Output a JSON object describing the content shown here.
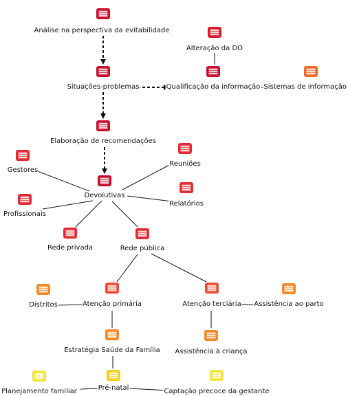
{
  "nodes": [
    {
      "id": "analise",
      "label": "Análise na perspectiva da evitabilidade",
      "color": "#c8102e"
    },
    {
      "id": "alteracao",
      "label": "Alteração da DO",
      "color": "#d8192a"
    },
    {
      "id": "situacoes",
      "label": "Situações-problemas",
      "color": "#c8102e"
    },
    {
      "id": "qualificacao",
      "label": "Qualificação da informação",
      "color": "#c8102e"
    },
    {
      "id": "sistemas",
      "label": "Sistemas de informação",
      "color": "#ee6a2c"
    },
    {
      "id": "elaboracao",
      "label": "Elaboração de recomendações",
      "color": "#c8102e"
    },
    {
      "id": "gestores",
      "label": "Gestores",
      "color": "#e32b33"
    },
    {
      "id": "reunioes",
      "label": "Reuniões",
      "color": "#e32b33"
    },
    {
      "id": "devolutivas",
      "label": "Devolutivas",
      "color": "#c8102e"
    },
    {
      "id": "relatorios",
      "label": "Relatórios",
      "color": "#e32b33"
    },
    {
      "id": "profissionais",
      "label": "Profissionais",
      "color": "#e32b33"
    },
    {
      "id": "rede_privada",
      "label": "Rede privada",
      "color": "#e32b33"
    },
    {
      "id": "rede_publica",
      "label": "Rede pública",
      "color": "#e32b33"
    },
    {
      "id": "distritos",
      "label": "Distritos",
      "color": "#f08a24"
    },
    {
      "id": "atencao_prim",
      "label": "Atenção primária",
      "color": "#ee4a36"
    },
    {
      "id": "atencao_terc",
      "label": "Atenção terciária",
      "color": "#ee4a36"
    },
    {
      "id": "assist_parto",
      "label": "Assistência ao parto",
      "color": "#f08a24"
    },
    {
      "id": "estrategia",
      "label": "Estratégia Saúde da Família",
      "color": "#f08a24"
    },
    {
      "id": "assist_crianca",
      "label": "Assistência à criança",
      "color": "#f08a24"
    },
    {
      "id": "planejamento",
      "label": "Planejamento familiar",
      "color": "#f5e43a"
    },
    {
      "id": "prenatal",
      "label": "Pré-natal",
      "color": "#f5d020"
    },
    {
      "id": "captacao",
      "label": "Captação precoce da gestante",
      "color": "#f5e43a"
    }
  ],
  "edges": [
    {
      "from": "analise",
      "to": "situacoes",
      "style": "dashed-arrow"
    },
    {
      "from": "situacoes",
      "to": "qualificacao",
      "style": "dashed-arrow"
    },
    {
      "from": "situacoes",
      "to": "elaboracao",
      "style": "dashed-arrow"
    },
    {
      "from": "elaboracao",
      "to": "devolutivas",
      "style": "dashed-arrow"
    },
    {
      "from": "alteracao",
      "to": "qualificacao",
      "style": "line"
    },
    {
      "from": "qualificacao",
      "to": "sistemas",
      "style": "line"
    },
    {
      "from": "devolutivas",
      "to": "gestores",
      "style": "line"
    },
    {
      "from": "devolutivas",
      "to": "reunioes",
      "style": "line"
    },
    {
      "from": "devolutivas",
      "to": "relatorios",
      "style": "line"
    },
    {
      "from": "devolutivas",
      "to": "profissionais",
      "style": "line"
    },
    {
      "from": "devolutivas",
      "to": "rede_privada",
      "style": "line"
    },
    {
      "from": "devolutivas",
      "to": "rede_publica",
      "style": "line"
    },
    {
      "from": "rede_publica",
      "to": "atencao_prim",
      "style": "line"
    },
    {
      "from": "rede_publica",
      "to": "atencao_terc",
      "style": "line"
    },
    {
      "from": "atencao_prim",
      "to": "distritos",
      "style": "line"
    },
    {
      "from": "atencao_prim",
      "to": "estrategia",
      "style": "line"
    },
    {
      "from": "atencao_terc",
      "to": "assist_parto",
      "style": "line"
    },
    {
      "from": "atencao_terc",
      "to": "assist_crianca",
      "style": "line"
    },
    {
      "from": "estrategia",
      "to": "prenatal",
      "style": "line"
    },
    {
      "from": "prenatal",
      "to": "planejamento",
      "style": "line"
    },
    {
      "from": "prenatal",
      "to": "captacao",
      "style": "line"
    }
  ],
  "icon": "topic-icon"
}
